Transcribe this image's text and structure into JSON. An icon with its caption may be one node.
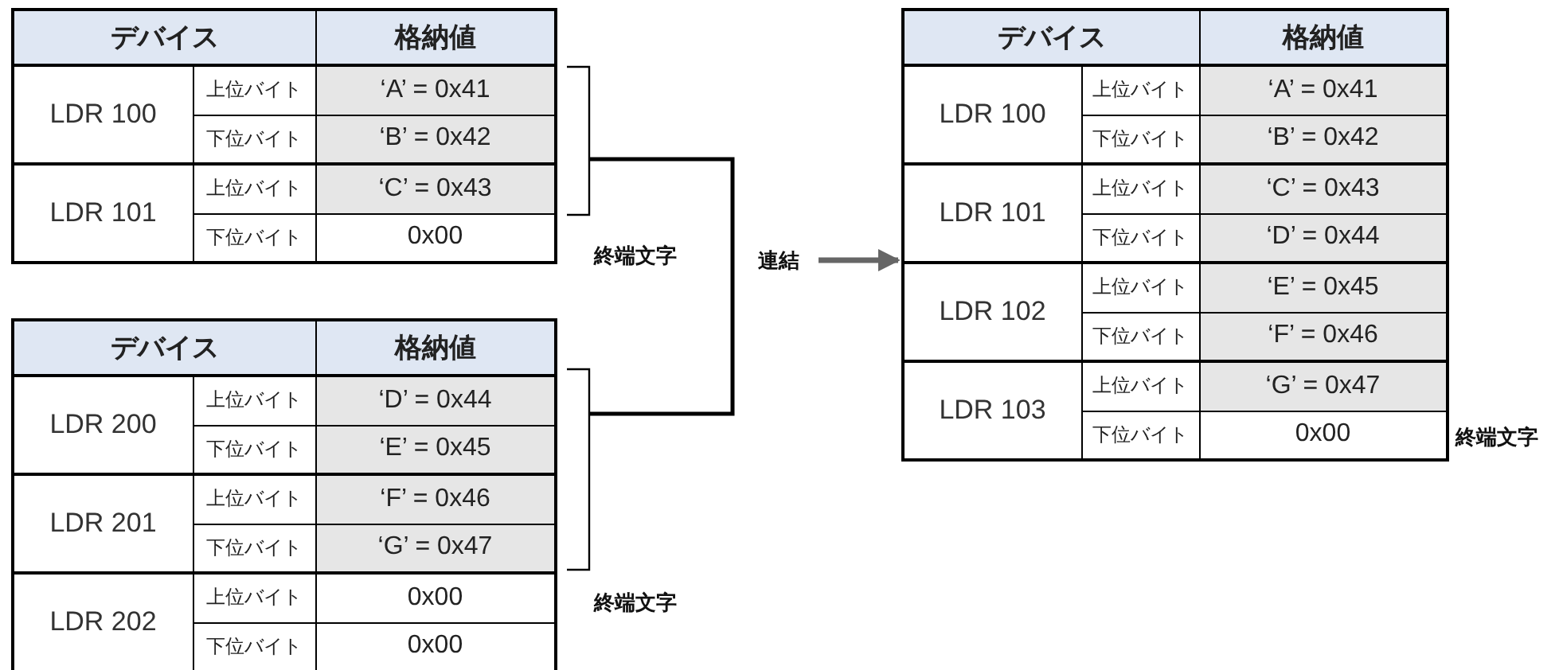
{
  "diagram": {
    "nodes": [
      {
        "text": [
          "デバイス",
          "格納値",
          "LDR 100",
          "上位バイト",
          "‘A’ = 0x41",
          "下位バイト",
          "‘B’ = 0x42",
          "LDR 101",
          "上位バイト",
          "‘C’ = 0x43",
          "下位バイト",
          "0x00"
        ],
        "beside": [
          "終端文字"
        ]
      },
      {
        "text": [
          "デバイス",
          "格納値",
          "LDR 200",
          "上位バイト",
          "‘D’ = 0x44",
          "下位バイト",
          "‘E’ = 0x45",
          "LDR 201",
          "上位バイト",
          "‘F’ = 0x46",
          "下位バイト",
          "‘G’ = 0x47",
          "LDR 202",
          "上位バイト",
          "0x00",
          "下位バイト",
          "0x00"
        ],
        "beside": [
          "終端文字"
        ]
      },
      {
        "text": [
          "デバイス",
          "格納値",
          "LDR 100",
          "上位バイト",
          "‘A’ = 0x41",
          "下位バイト",
          "‘B’ = 0x42",
          "LDR 101",
          "上位バイト",
          "‘C’ = 0x43",
          "下位バイト",
          "‘D’ = 0x44",
          "LDR 102",
          "上位バイト",
          "‘E’ = 0x45",
          "下位バイト",
          "‘F’ = 0x46",
          "LDR 103",
          "上位バイト",
          "‘G’ = 0x47",
          "下位バイト",
          "0x00"
        ],
        "beside": [
          "終端文字"
        ]
      },
      {
        "text": [
          "連結"
        ]
      }
    ],
    "edges": [
      {
        "from": 3,
        "to": 2,
        "arrow": "to"
      }
    ]
  }
}
